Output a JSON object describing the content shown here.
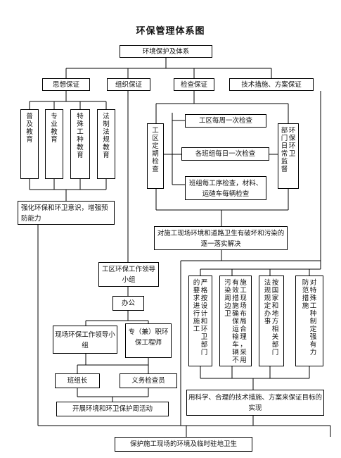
{
  "title": "环保管理体系图",
  "nodes": {
    "root": "环境保护及体系",
    "thought": "思想保证",
    "org": "组织保证",
    "check": "检查保证",
    "tech": "技术措施、方案保证",
    "edu1": "普及教育",
    "edu2": "专业教育",
    "edu3": "特殊工种教育",
    "edu4": "法制法规教育",
    "awareness": "强化环保和环卫意识，增强预防能力",
    "site_check": "工区定期检查",
    "weekly": "工区每周一次检查",
    "daily": "各班组每日一次检查",
    "process": "班组每工序检查，材料、运碴车每辆检查",
    "dept_check": "环保环卫部门日常监督",
    "solve": "对施工现场环境和道路卫生有破坏和污染的逐一落实解决",
    "leader_group": "工区环保工作领导小组",
    "office": "办公",
    "site_group": "现场环保工作领导小组",
    "staff": "专（兼）职环保工程师",
    "team_leader": "班组长",
    "inspector": "义务检查员",
    "activity": "开展环境和环卫保护周活动",
    "tech1": "严格按设计和环卫部门的要求进行施工",
    "tech2": "施工现场布局合理，采用有效措施确保运输车辆不污染周边卫生",
    "tech3": "按国家和地方相关部门法规规定办事",
    "tech4": "对特殊工种制定强有力防范措施",
    "science": "用科学、合理的技术措施、方案来保证目标的实现",
    "final": "保护施工现场的环境及临时驻地卫生"
  }
}
